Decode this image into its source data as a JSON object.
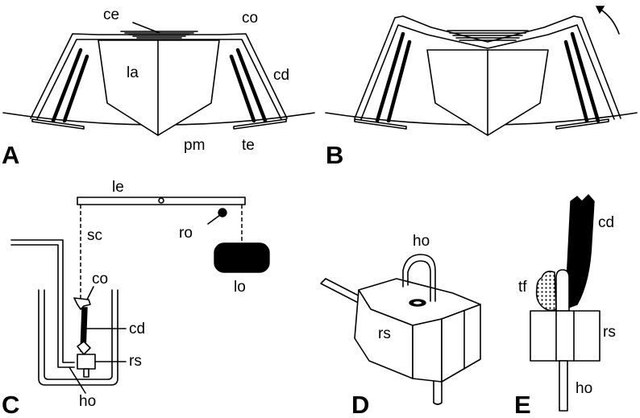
{
  "panels": {
    "A": {
      "letter": "A",
      "labels": {
        "ce": "ce",
        "co": "co",
        "la": "la",
        "cd": "cd",
        "pm": "pm",
        "te": "te"
      }
    },
    "B": {
      "letter": "B"
    },
    "C": {
      "letter": "C",
      "labels": {
        "le": "le",
        "ro": "ro",
        "sc": "sc",
        "lo": "lo",
        "co": "co",
        "cd": "cd",
        "rs": "rs",
        "ho": "ho"
      }
    },
    "D": {
      "letter": "D",
      "labels": {
        "ho": "ho",
        "rs": "rs"
      }
    },
    "E": {
      "letter": "E",
      "labels": {
        "cd": "cd",
        "tf": "tf",
        "rs": "rs",
        "ho": "ho"
      }
    }
  }
}
